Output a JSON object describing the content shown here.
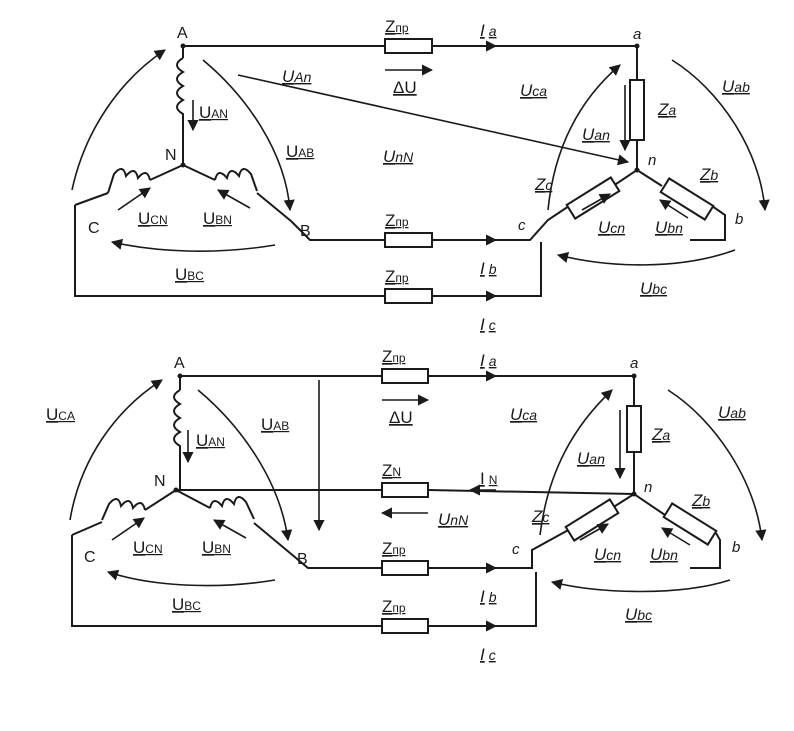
{
  "top": {
    "node_A": "A",
    "node_B": "B",
    "node_C": "C",
    "node_N": "N",
    "node_a": "a",
    "node_b": "b",
    "node_c": "c",
    "node_n": "n",
    "z_line1": {
      "main": "Z",
      "sub": "пр"
    },
    "z_line2": {
      "main": "Z",
      "sub": "пр"
    },
    "z_line3": {
      "main": "Z",
      "sub": "пр"
    },
    "i_a": {
      "main": "I",
      "sub": "a"
    },
    "i_b": {
      "main": "I",
      "sub": "b"
    },
    "i_c": {
      "main": "I",
      "sub": "c"
    },
    "delta_u": "ΔU",
    "u_AN": {
      "main": "U",
      "sub": "AN"
    },
    "u_BN": {
      "main": "U",
      "sub": "BN"
    },
    "u_CN": {
      "main": "U",
      "sub": "CN"
    },
    "u_AB": {
      "main": "U",
      "sub": "AB"
    },
    "u_BC": {
      "main": "U",
      "sub": "BC"
    },
    "u_An": {
      "main": "U",
      "sub": "An"
    },
    "u_nN": {
      "main": "U",
      "sub": "nN"
    },
    "u_ca": {
      "main": "U",
      "sub": "ca"
    },
    "u_ab": {
      "main": "U",
      "sub": "ab"
    },
    "u_bc": {
      "main": "U",
      "sub": "bc"
    },
    "u_an": {
      "main": "U",
      "sub": "an"
    },
    "u_bn": {
      "main": "U",
      "sub": "bn"
    },
    "u_cn": {
      "main": "U",
      "sub": "cn"
    },
    "z_a": {
      "main": "Z",
      "sub": "a"
    },
    "z_b": {
      "main": "Z",
      "sub": "b"
    },
    "z_c": {
      "main": "Z",
      "sub": "c"
    }
  },
  "bottom": {
    "node_A": "A",
    "node_B": "B",
    "node_C": "C",
    "node_N": "N",
    "node_a": "a",
    "node_b": "b",
    "node_c": "c",
    "node_n": "n",
    "z_line1": {
      "main": "Z",
      "sub": "пр"
    },
    "z_neutral": {
      "main": "Z",
      "sub": "N"
    },
    "z_line2": {
      "main": "Z",
      "sub": "пр"
    },
    "z_line3": {
      "main": "Z",
      "sub": "пр"
    },
    "i_a": {
      "main": "I",
      "sub": "a"
    },
    "i_N": {
      "main": "I",
      "sub": "N"
    },
    "i_b": {
      "main": "I",
      "sub": "b"
    },
    "i_c": {
      "main": "I",
      "sub": "c"
    },
    "delta_u": "ΔU",
    "u_CA": {
      "main": "U",
      "sub": "CA"
    },
    "u_AN": {
      "main": "U",
      "sub": "AN"
    },
    "u_AB": {
      "main": "U",
      "sub": "AB"
    },
    "u_BN": {
      "main": "U",
      "sub": "BN"
    },
    "u_CN": {
      "main": "U",
      "sub": "CN"
    },
    "u_BC": {
      "main": "U",
      "sub": "BC"
    },
    "u_nN": {
      "main": "U",
      "sub": "nN"
    },
    "u_ca": {
      "main": "U",
      "sub": "ca"
    },
    "u_ab": {
      "main": "U",
      "sub": "ab"
    },
    "u_bc": {
      "main": "U",
      "sub": "bc"
    },
    "u_an": {
      "main": "U",
      "sub": "an"
    },
    "u_bn": {
      "main": "U",
      "sub": "bn"
    },
    "u_cn": {
      "main": "U",
      "sub": "cn"
    },
    "z_a": {
      "main": "Z",
      "sub": "a"
    },
    "z_b": {
      "main": "Z",
      "sub": "b"
    },
    "z_c": {
      "main": "Z",
      "sub": "c"
    }
  }
}
